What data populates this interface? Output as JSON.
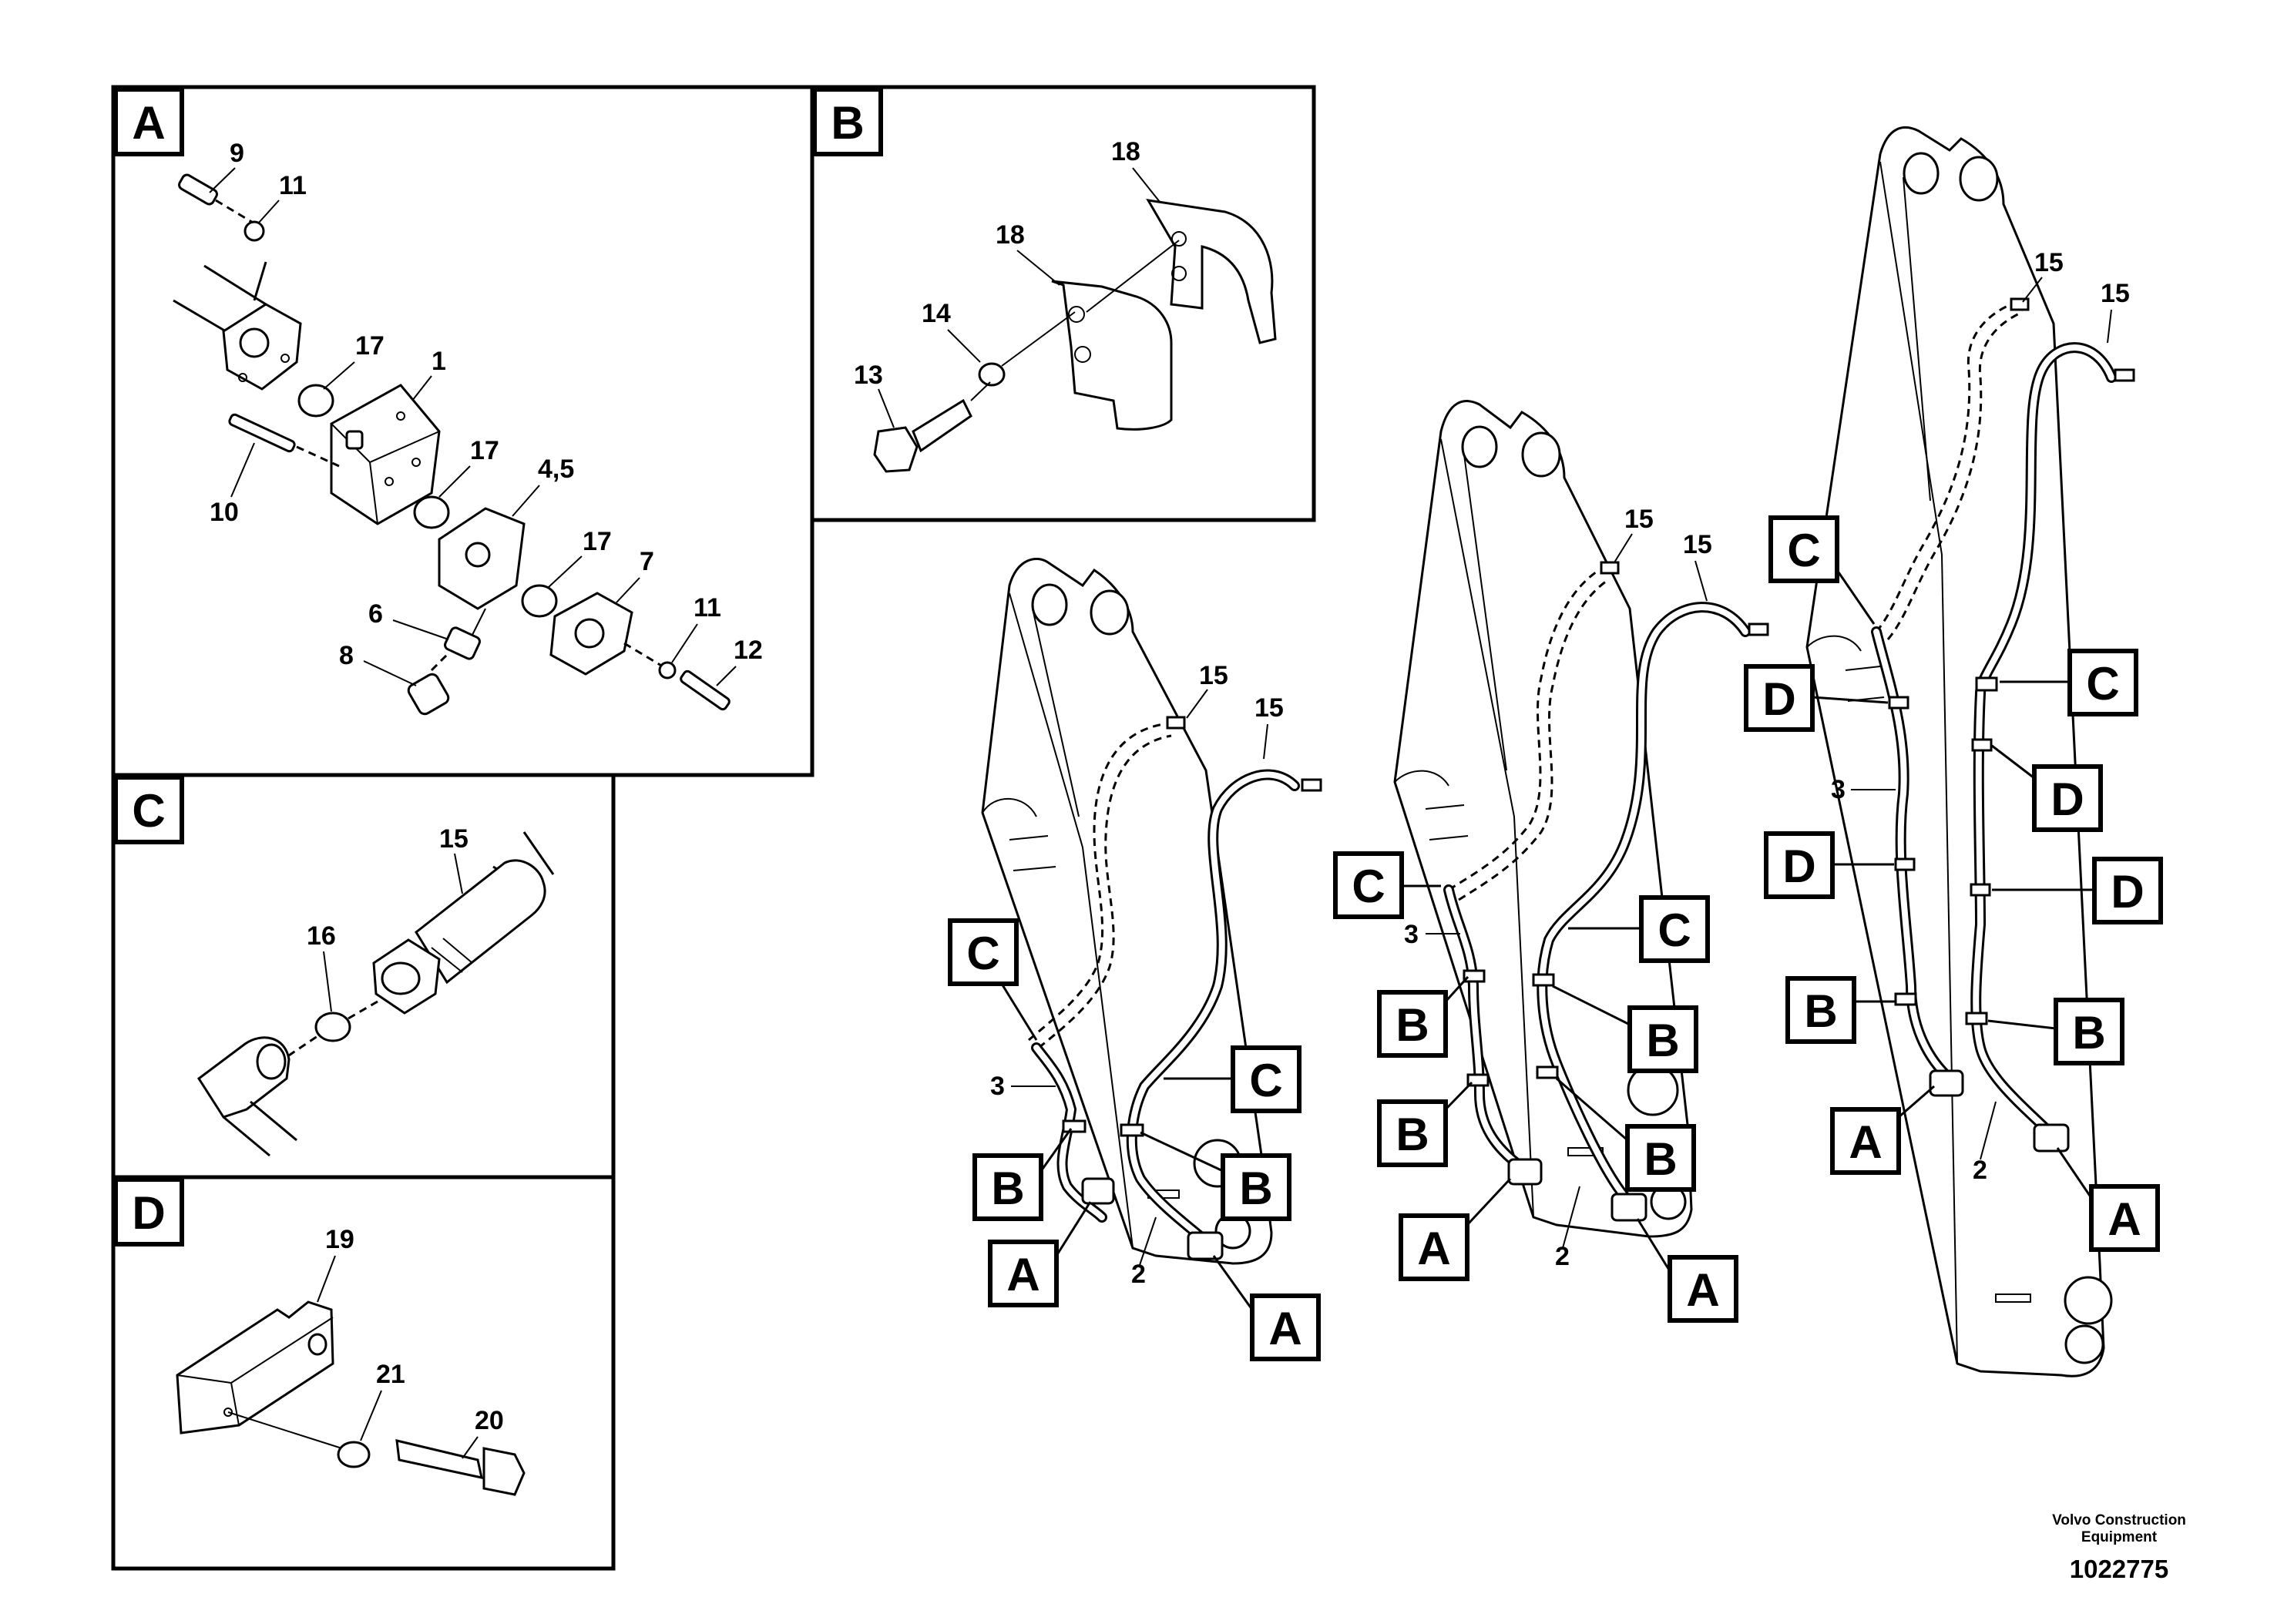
{
  "panels": {
    "a": {
      "label": "A",
      "callouts": {
        "n9": "9",
        "n11a": "11",
        "n17a": "17",
        "n1": "1",
        "n17b": "17",
        "n10": "10",
        "n45": "4,5",
        "n17c": "17",
        "n7": "7",
        "n6": "6",
        "n8": "8",
        "n11b": "11",
        "n12": "12"
      }
    },
    "b": {
      "label": "B",
      "callouts": {
        "n18a": "18",
        "n18b": "18",
        "n14": "14",
        "n13": "13"
      }
    },
    "c": {
      "label": "C",
      "callouts": {
        "n15": "15",
        "n16": "16"
      }
    },
    "d": {
      "label": "D",
      "callouts": {
        "n19": "19",
        "n21": "21",
        "n20": "20"
      }
    }
  },
  "booms": {
    "left": {
      "callouts": {
        "n15a": "15",
        "n15b": "15",
        "n3": "3",
        "n2": "2"
      },
      "letters": {
        "c1": "C",
        "c2": "C",
        "b1": "B",
        "b2": "B",
        "a1": "A",
        "a2": "A"
      }
    },
    "middle": {
      "callouts": {
        "n15a": "15",
        "n15b": "15",
        "n3": "3",
        "n2": "2"
      },
      "letters": {
        "c1": "C",
        "c2": "C",
        "b1": "B",
        "b2": "B",
        "b3": "B",
        "b4": "B",
        "a1": "A",
        "a2": "A"
      }
    },
    "right": {
      "callouts": {
        "n15a": "15",
        "n15b": "15",
        "n3": "3",
        "n2": "2"
      },
      "letters": {
        "c1": "C",
        "c2": "C",
        "d1": "D",
        "d2": "D",
        "d3": "D",
        "d4": "D",
        "b1": "B",
        "b2": "B",
        "a1": "A",
        "a2": "A"
      }
    }
  },
  "footer": {
    "maker_line1": "Volvo Construction",
    "maker_line2": "Equipment",
    "doc_number": "1022775"
  }
}
